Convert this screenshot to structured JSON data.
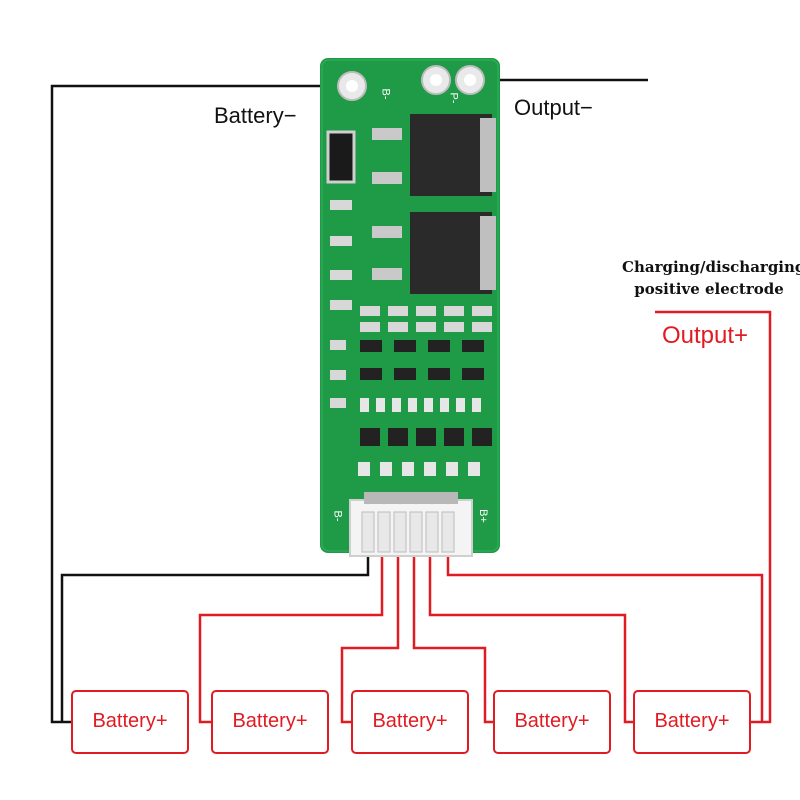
{
  "labels": {
    "battery_minus": "Battery−",
    "output_minus": "Output−",
    "output_plus": "Output+",
    "note_line1": "Charging/discharging",
    "note_line2": "positive electrode"
  },
  "pcb": {
    "pad_labels": [
      "B-",
      "P-"
    ],
    "connector_labels": [
      "B-",
      "B+"
    ]
  },
  "cells": [
    "Battery+",
    "Battery+",
    "Battery+",
    "Battery+",
    "Battery+"
  ],
  "colors": {
    "wire_black": "#111111",
    "wire_red": "#e01b22",
    "pcb_green": "#1f9a47"
  }
}
